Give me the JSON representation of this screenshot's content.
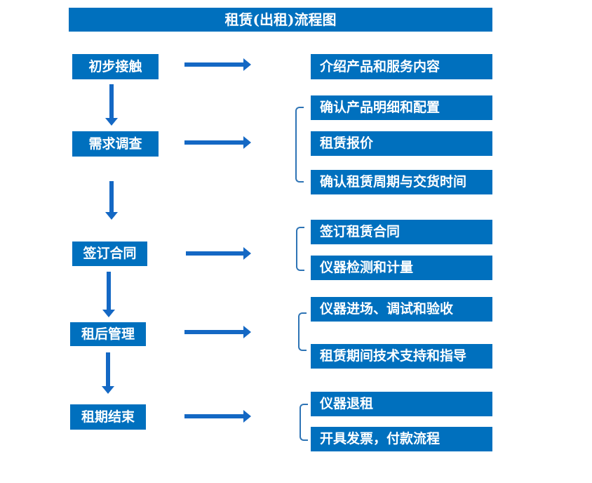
{
  "title": "租赁(出租)流程图",
  "colors": {
    "box": "#0070BE",
    "arrow": "#1468C4",
    "bracket": "#2E74B5",
    "text": "#FFFFFF",
    "background": "#FFFFFF"
  },
  "steps": [
    {
      "label": "初步接触",
      "outputs": [
        "介绍产品和服务内容"
      ]
    },
    {
      "label": "需求调查",
      "outputs": [
        "确认产品明细和配置",
        "租赁报价",
        "确认租赁周期与交货时间"
      ]
    },
    {
      "label": "签订合同",
      "outputs": [
        "签订租赁合同",
        "仪器检测和计量"
      ]
    },
    {
      "label": "租后管理",
      "outputs": [
        "仪器进场、调试和验收",
        "租赁期间技术支持和指导"
      ]
    },
    {
      "label": "租期结束",
      "outputs": [
        "仪器退租",
        "开具发票，付款流程"
      ]
    }
  ]
}
